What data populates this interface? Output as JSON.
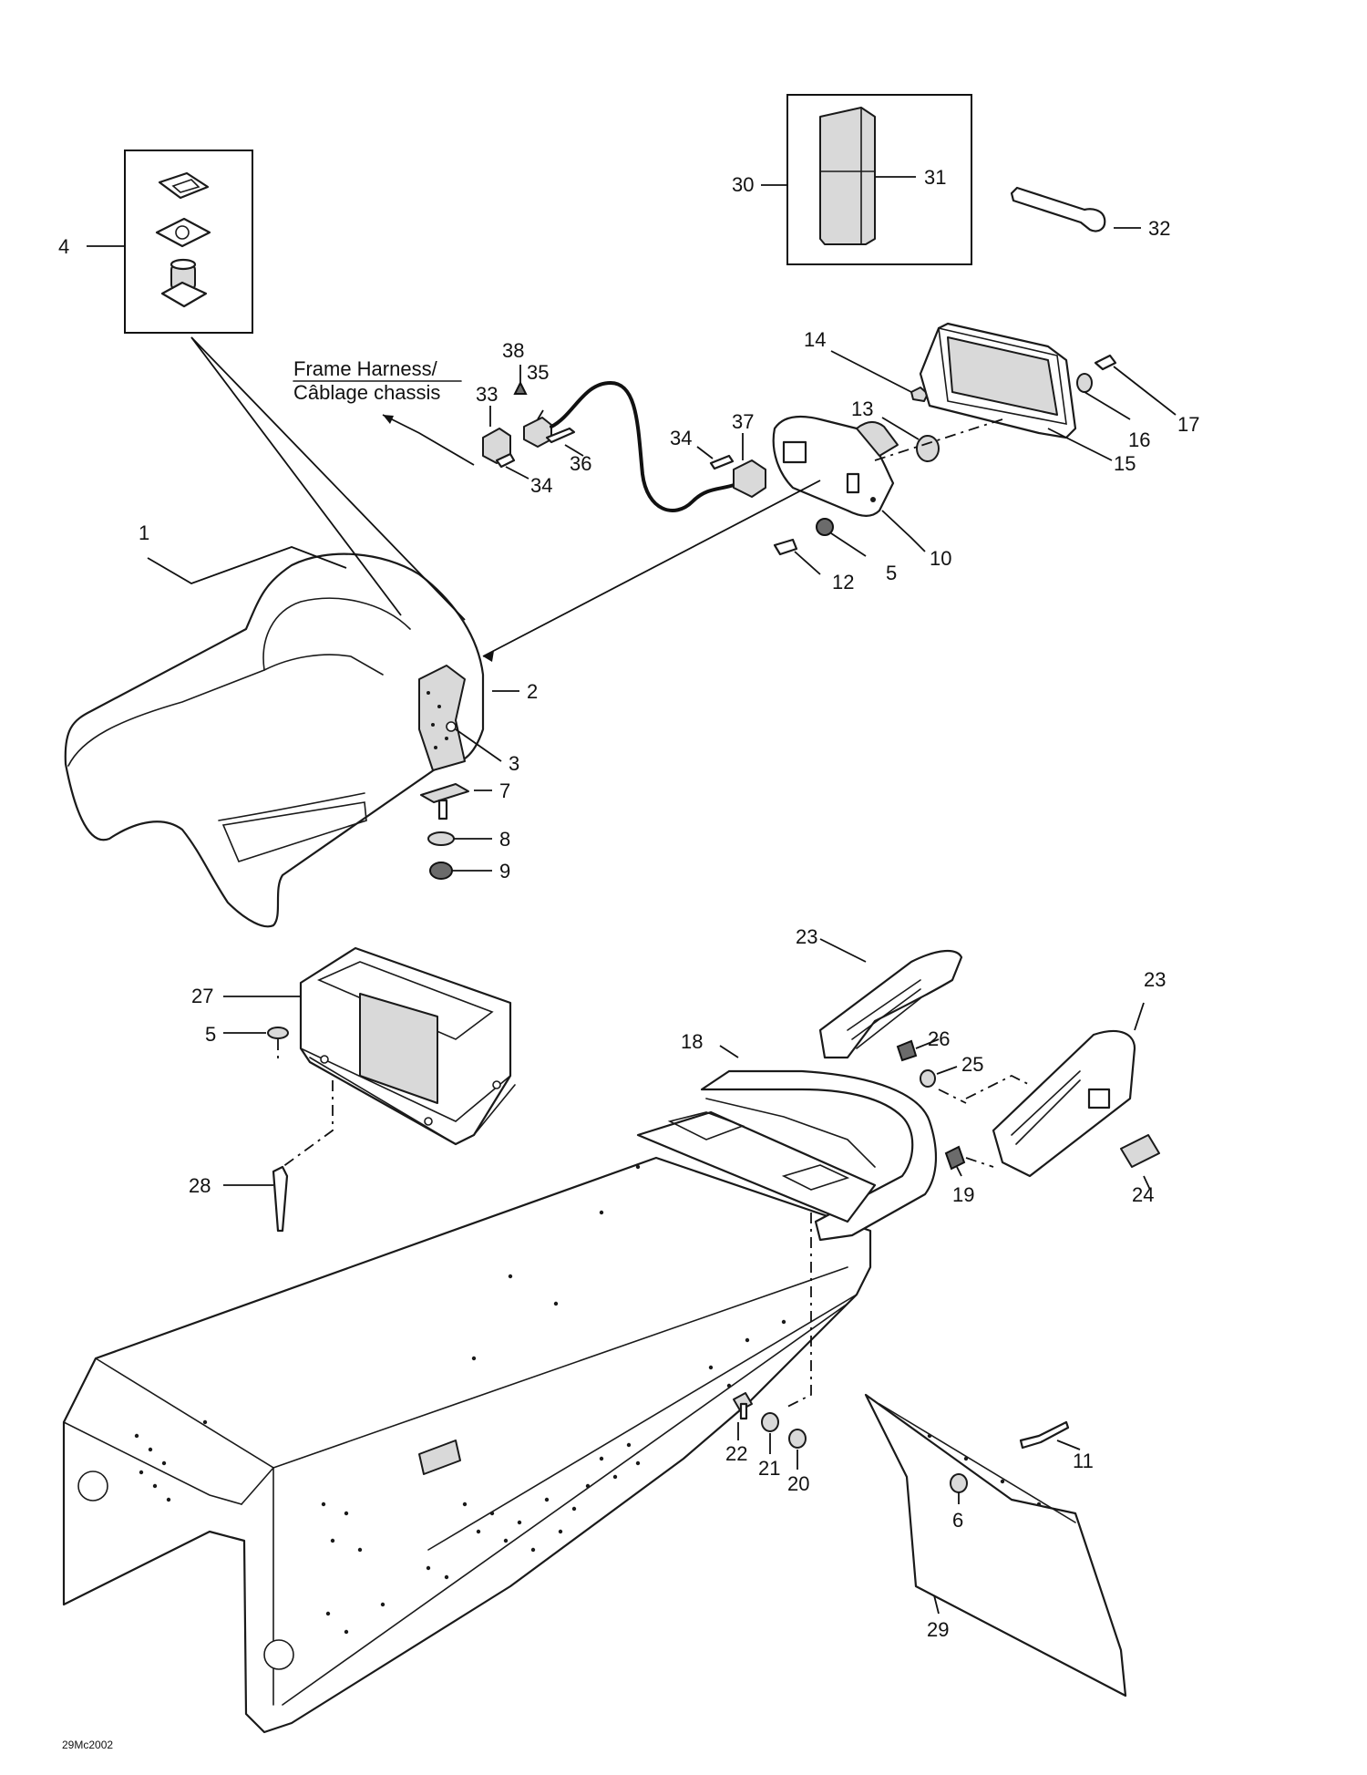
{
  "callouts": {
    "c1": "1",
    "c2": "2",
    "c3": "3",
    "c4": "4",
    "c5a": "5",
    "c5b": "5",
    "c6": "6",
    "c7": "7",
    "c8": "8",
    "c9": "9",
    "c10": "10",
    "c11": "11",
    "c12": "12",
    "c13": "13",
    "c14": "14",
    "c15": "15",
    "c16": "16",
    "c17": "17",
    "c18": "18",
    "c19": "19",
    "c20": "20",
    "c21": "21",
    "c22": "22",
    "c23a": "23",
    "c23b": "23",
    "c24": "24",
    "c25": "25",
    "c26": "26",
    "c27": "27",
    "c28": "28",
    "c29": "29",
    "c30": "30",
    "c31": "31",
    "c32": "32",
    "c33": "33",
    "c34a": "34",
    "c34b": "34",
    "c35": "35",
    "c36": "36",
    "c37": "37",
    "c38": "38"
  },
  "harness_label": {
    "line1": "Frame Harness/",
    "line2": "Câblage chassis"
  },
  "figure_code": "29Mc2002"
}
